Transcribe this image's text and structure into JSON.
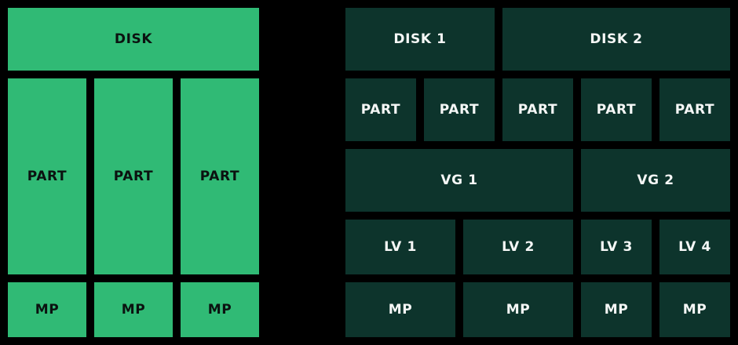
{
  "colors": {
    "background": "#000000",
    "left_block": "#30BA75",
    "left_text": "#0B1210",
    "right_block": "#0D342C",
    "right_text": "#F5F7F6"
  },
  "left": {
    "disk": "DISK",
    "partitions": [
      "PART",
      "PART",
      "PART"
    ],
    "mount_points": [
      "MP",
      "MP",
      "MP"
    ]
  },
  "right": {
    "disks": [
      "DISK 1",
      "DISK 2"
    ],
    "partitions": [
      "PART",
      "PART",
      "PART",
      "PART",
      "PART"
    ],
    "volume_groups": [
      "VG 1",
      "VG 2"
    ],
    "logical_volumes": [
      "LV 1",
      "LV 2",
      "LV 3",
      "LV 4"
    ],
    "mount_points": [
      "MP",
      "MP",
      "MP",
      "MP"
    ]
  }
}
